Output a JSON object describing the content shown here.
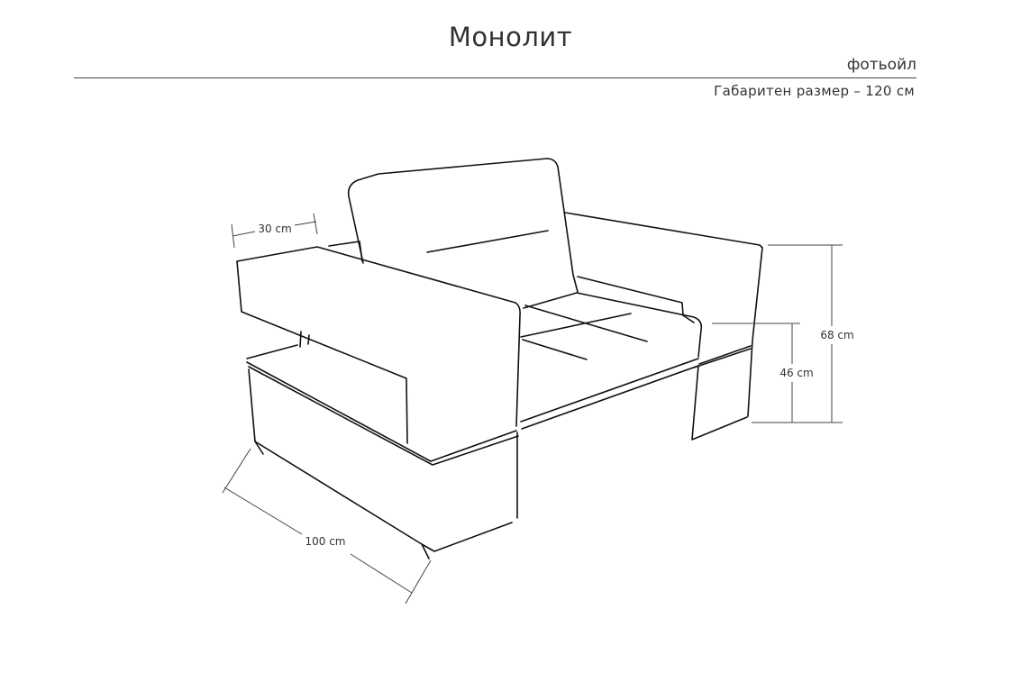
{
  "header": {
    "title": "Монолит",
    "subtitle": "фотьойл",
    "overall_size": "Габаритен размер – 120 см"
  },
  "drawing": {
    "dimensions": {
      "armrest_width": "30 cm",
      "depth": "100 cm",
      "back_height": "68 cm",
      "seat_height": "46 cm"
    }
  }
}
